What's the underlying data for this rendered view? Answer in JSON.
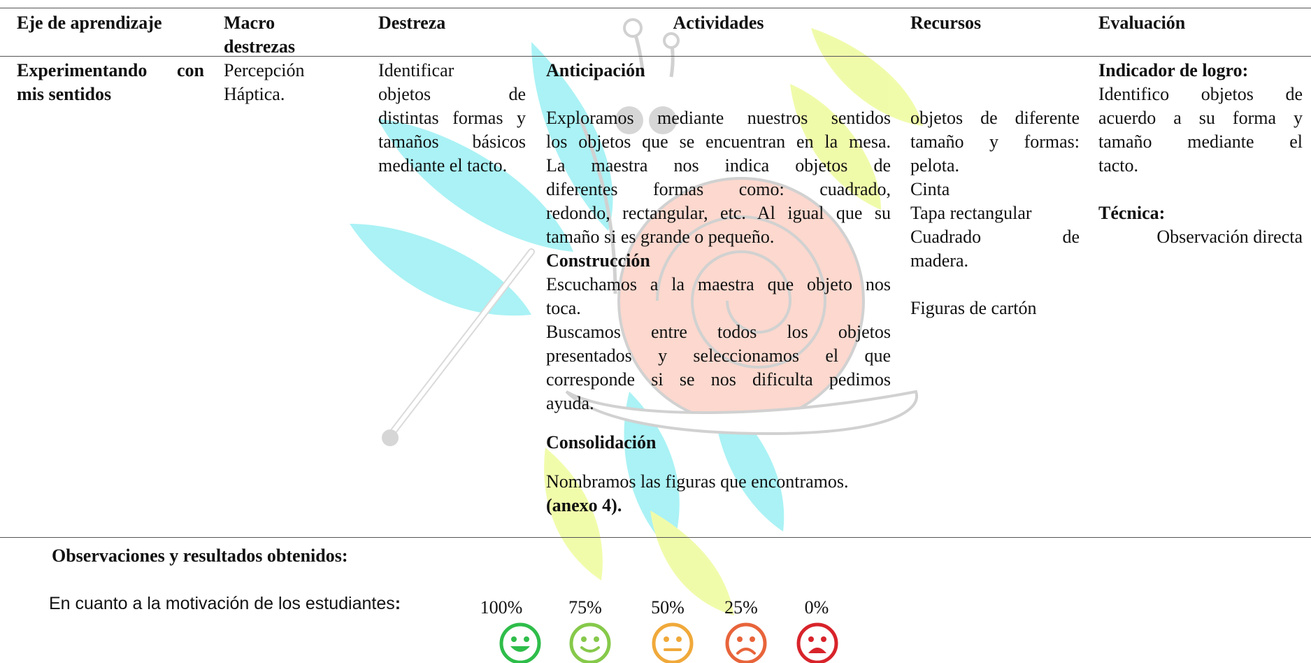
{
  "colors": {
    "rule": "#555555",
    "watermark_cyan": "#66e8f0",
    "watermark_yellow": "#e8f57a",
    "watermark_shell": "#f6b8aa",
    "emoji_green": "#2ebd4a",
    "emoji_lightgreen": "#86c94a",
    "emoji_amber": "#f0a93a",
    "emoji_orange": "#e8643a",
    "emoji_red": "#d8232a"
  },
  "table": {
    "headers": {
      "eje": "Eje de aprendizaje",
      "macro_1": "Macro",
      "macro_2": "destrezas",
      "destreza": "Destreza",
      "actividades": "Actividades",
      "recursos": "Recursos",
      "evaluacion": "Evaluación"
    },
    "row": {
      "eje_lines": [
        "Experimentando con",
        "mis sentidos"
      ],
      "macro_lines": [
        "Percepción",
        "Háptica."
      ],
      "destreza_lines": [
        "Identificar",
        "objetos de",
        "distintas formas y",
        "tamaños básicos",
        "mediante el tacto."
      ],
      "actividades": {
        "anticipacion_title": "Anticipación",
        "anticipacion_lines": [
          "Exploramos mediante nuestros sentidos",
          "los objetos que se encuentran en la mesa.",
          "La maestra nos indica objetos de",
          "diferentes formas como: cuadrado,",
          "redondo, rectangular, etc. Al igual que su",
          "tamaño si es grande o pequeño."
        ],
        "construccion_title": "Construcción",
        "construccion_lines": [
          "Escuchamos a la maestra que objeto nos",
          "toca.",
          "Buscamos entre todos los objetos",
          "presentados y seleccionamos el que",
          "corresponde si se nos dificulta pedimos",
          "ayuda."
        ],
        "consolidacion_title": "Consolidación",
        "consolidacion_line": "Nombramos las figuras que encontramos.",
        "anexo": "(anexo 4)."
      },
      "recursos_lines": [
        "objetos de diferente",
        "tamaño y formas:",
        "pelota.",
        "Cinta",
        "Tapa rectangular",
        "Cuadrado de",
        "madera.",
        "Figuras de cartón"
      ],
      "evaluacion": {
        "indicador_title": "Indicador de logro:",
        "indicador_lines": [
          "Identifico objetos de",
          "acuerdo a su forma y",
          "tamaño mediante el",
          "tacto."
        ],
        "tecnica_title": "Técnica:",
        "tecnica_value": "Observación directa"
      }
    }
  },
  "observaciones": {
    "title": "Observaciones y resultados obtenidos:",
    "motivacion_label": "En cuanto a la motivación de los estudiantes",
    "motivacion_colon": ":",
    "scale": [
      {
        "label": "100%",
        "icon": "laughing-face-icon"
      },
      {
        "label": "75%",
        "icon": "smiling-face-icon"
      },
      {
        "label": "50%",
        "icon": "neutral-face-icon"
      },
      {
        "label": "25%",
        "icon": "sad-face-icon"
      },
      {
        "label": "0%",
        "icon": "very-sad-face-icon"
      }
    ]
  }
}
